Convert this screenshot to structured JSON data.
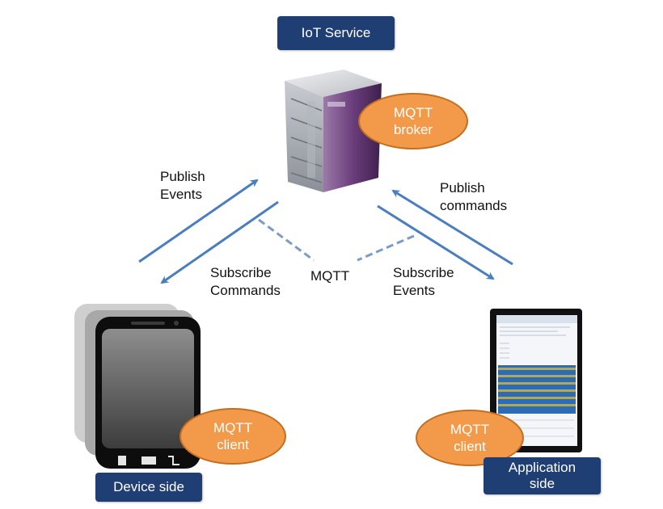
{
  "title_box": "IoT Service",
  "broker": {
    "line1": "MQTT",
    "line2": "broker"
  },
  "device_client": {
    "line1": "MQTT",
    "line2": "client"
  },
  "app_client": {
    "line1": "MQTT",
    "line2": "client"
  },
  "device_box": "Device side",
  "app_box": {
    "line1": "Application",
    "line2": "side"
  },
  "labels": {
    "publish_events": {
      "line1": "Publish",
      "line2": "Events"
    },
    "publish_commands": {
      "line1": "Publish",
      "line2": "commands"
    },
    "subscribe_commands": {
      "line1": "Subscribe",
      "line2": "Commands"
    },
    "subscribe_events": {
      "line1": "Subscribe",
      "line2": "Events"
    },
    "mqtt": "MQTT"
  },
  "colors": {
    "box_fill": "#1f3e73",
    "oval_fill": "#f29a49",
    "arrow": "#4a7ec0",
    "server_purple": "#6b3e7c"
  },
  "icons": [
    "server-icon",
    "smartphone-icon",
    "tablet-icon"
  ]
}
